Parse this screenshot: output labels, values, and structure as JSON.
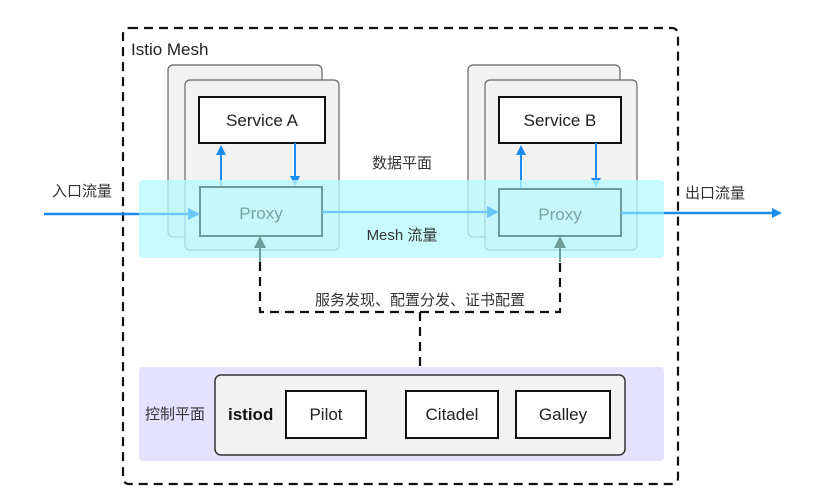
{
  "mesh": {
    "label": "Istio Mesh"
  },
  "data_plane": {
    "label": "数据平面",
    "traffic_label": "Mesh 流量",
    "services": [
      {
        "name": "Service A",
        "proxy": "Proxy"
      },
      {
        "name": "Service B",
        "proxy": "Proxy"
      }
    ]
  },
  "traffic": {
    "ingress": "入口流量",
    "egress": "出口流量"
  },
  "control_link": {
    "label": "服务发现、配置分发、证书配置"
  },
  "control_plane": {
    "label": "控制平面",
    "istiod": "istiod",
    "components": [
      "Pilot",
      "Citadel",
      "Galley"
    ]
  },
  "colors": {
    "arrow_blue": "#1a8cf0",
    "mesh_band": "#c4fbfd",
    "control_band": "#e4e2ff",
    "proxy_border": "#6e9c9a",
    "pod_fill": "#f2f2f2"
  }
}
